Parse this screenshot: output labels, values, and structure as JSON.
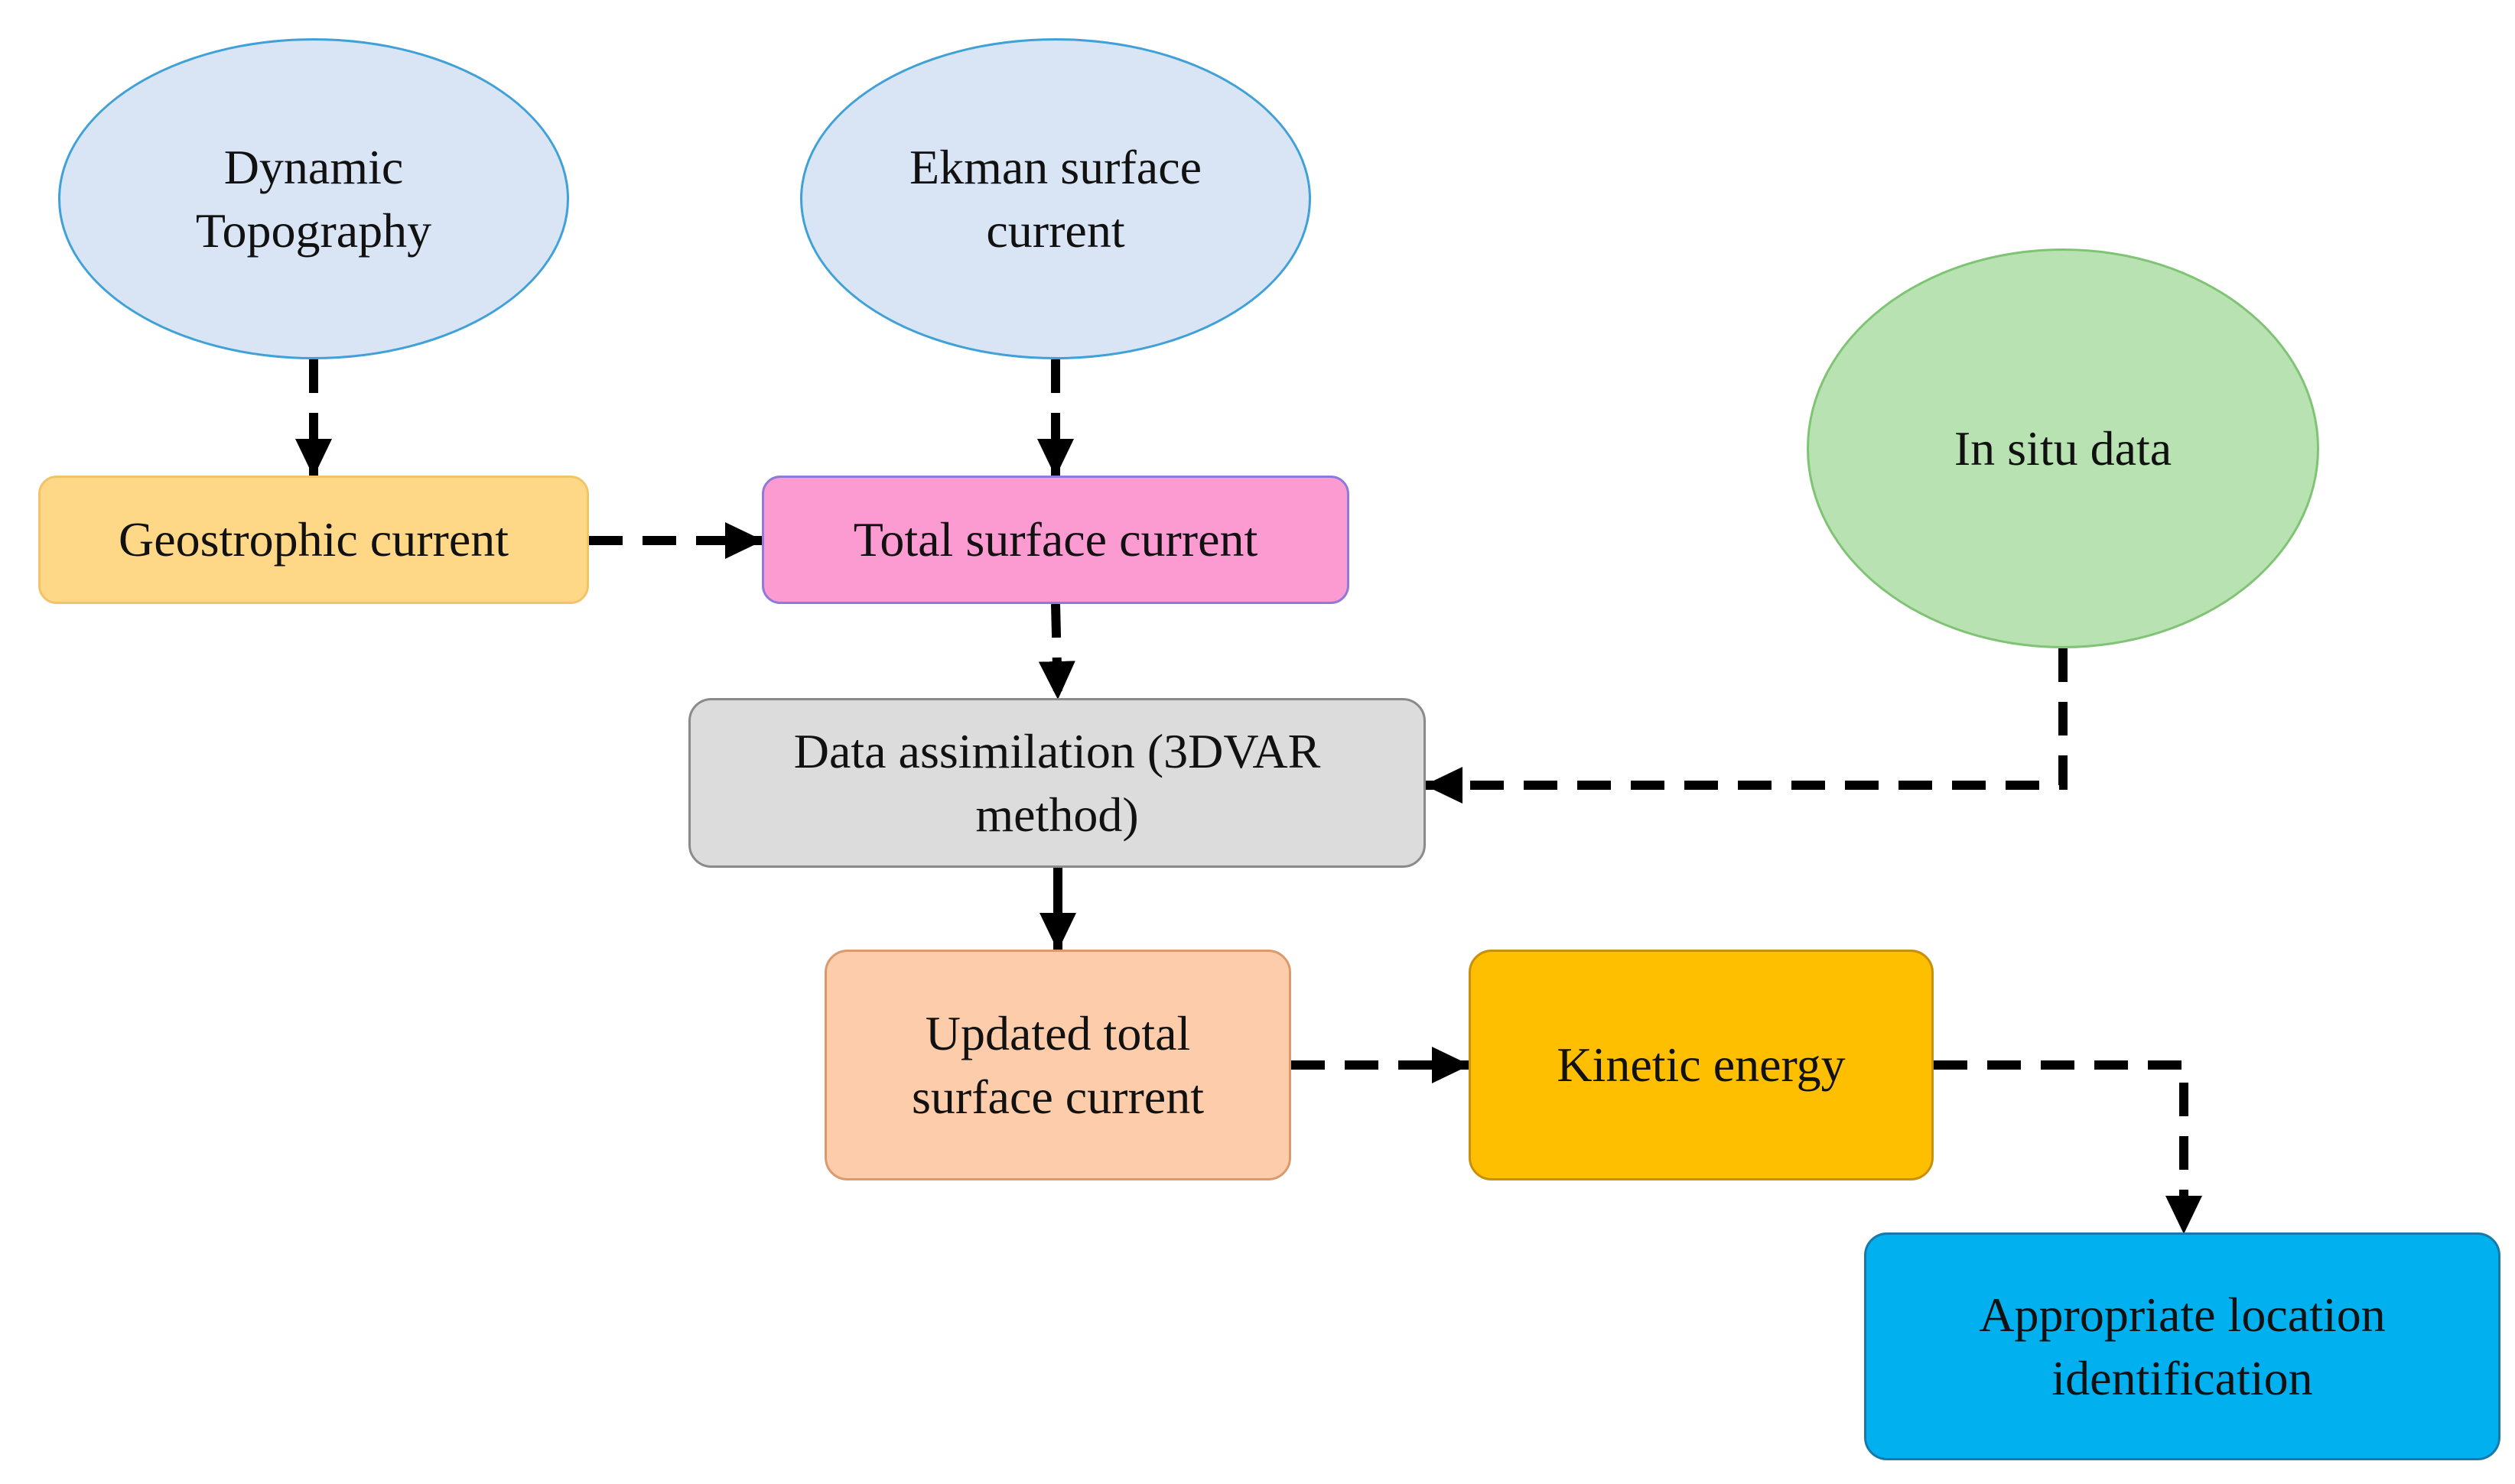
{
  "nodes": {
    "dynamic_topography": {
      "label": "Dynamic\nTopography",
      "fill": "#d9e5f5",
      "stroke": "#3fa1d8"
    },
    "ekman_surface_current": {
      "label": "Ekman surface\ncurrent",
      "fill": "#d9e5f5",
      "stroke": "#3fa1d8"
    },
    "in_situ_data": {
      "label": "In situ data",
      "fill": "#b9e2b2",
      "stroke": "#7fc474"
    },
    "geostrophic_current": {
      "label": "Geostrophic current",
      "fill": "#fed887",
      "stroke": "#f2c46a"
    },
    "total_surface_current": {
      "label": "Total surface current",
      "fill": "#fc9ad2",
      "stroke": "#8e7ad8"
    },
    "data_assimilation": {
      "label": "Data assimilation (3DVAR\nmethod)",
      "fill": "#dcdcdc",
      "stroke": "#8a8a8a"
    },
    "updated_total_surface_current": {
      "label": "Updated total\nsurface current",
      "fill": "#fdccaa",
      "stroke": "#d89a6e"
    },
    "kinetic_energy": {
      "label": "Kinetic energy",
      "fill": "#fdbf00",
      "stroke": "#c88f0a"
    },
    "appropriate_location_identification": {
      "label": "Appropriate location\nidentification",
      "fill": "#00b0ef",
      "stroke": "#1779a8"
    }
  },
  "edges": [
    {
      "from": "dynamic_topography",
      "to": "geostrophic_current",
      "style": "dashed"
    },
    {
      "from": "ekman_surface_current",
      "to": "total_surface_current",
      "style": "dashed"
    },
    {
      "from": "geostrophic_current",
      "to": "total_surface_current",
      "style": "dashed"
    },
    {
      "from": "total_surface_current",
      "to": "data_assimilation",
      "style": "dashed"
    },
    {
      "from": "in_situ_data",
      "to": "data_assimilation",
      "style": "dashed"
    },
    {
      "from": "data_assimilation",
      "to": "updated_total_surface_current",
      "style": "solid"
    },
    {
      "from": "updated_total_surface_current",
      "to": "kinetic_energy",
      "style": "dashed"
    },
    {
      "from": "kinetic_energy",
      "to": "appropriate_location_identification",
      "style": "dashed"
    }
  ],
  "colors": {
    "arrow": "#000000"
  }
}
